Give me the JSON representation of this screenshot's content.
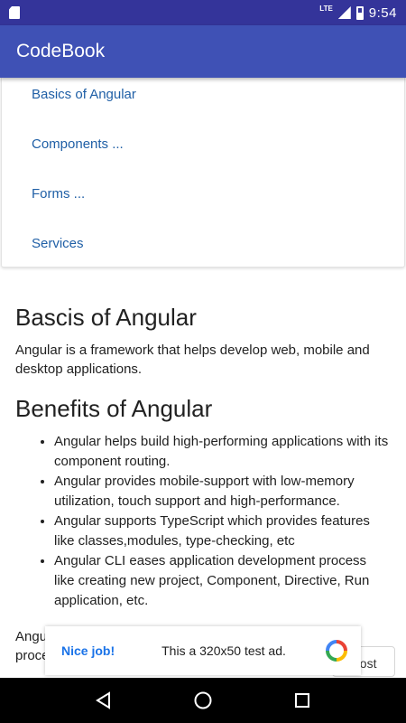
{
  "status_bar": {
    "network": "LTE",
    "time": "9:54"
  },
  "app_bar": {
    "title": "CodeBook"
  },
  "menu": {
    "items": [
      {
        "label": "Basics of Angular"
      },
      {
        "label": "Components ..."
      },
      {
        "label": "Forms ..."
      },
      {
        "label": "Services"
      }
    ]
  },
  "content": {
    "section1_title": "Bascis of Angular",
    "section1_body": "Angular is a framework that helps develop web, mobile and desktop applications.",
    "section2_title": "Benefits of Angular",
    "benefits": [
      "Angular helps build high-performing applications with its component routing.",
      "Angular provides mobile-support with low-memory utilization, touch support and high-performance.",
      "Angular supports TypeScript which provides features like classes,modules, type-checking, etc",
      "Angular CLI eases application development process like creating new project, Component, Directive, Run application, etc."
    ],
    "partial_line1": "Angu",
    "partial_line2": "proce"
  },
  "host_badge": "host",
  "ad": {
    "left_label": "Nice job!",
    "text": "This a 320x50 test ad.",
    "logo_icon": "ad-logo-icon"
  },
  "nav": {
    "back_icon": "back-icon",
    "home_icon": "home-icon",
    "recents_icon": "recents-icon"
  }
}
